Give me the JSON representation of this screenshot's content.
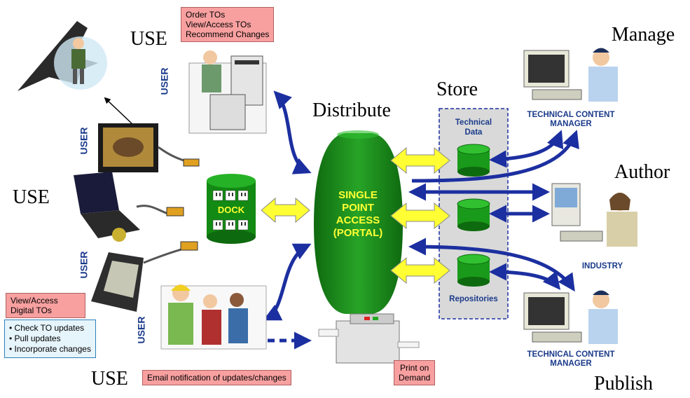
{
  "labels": {
    "use_top": "USE",
    "use_mid": "USE",
    "use_bottom": "USE",
    "manage": "Manage",
    "author": "Author",
    "publish": "Publish",
    "distribute": "Distribute",
    "store": "Store"
  },
  "user_labels": [
    "USER",
    "USER",
    "USER",
    "USER"
  ],
  "boxes": {
    "order": [
      "Order TOs",
      "View/Access TOs",
      "Recommend Changes"
    ],
    "view_access": [
      "View/Access",
      "Digital TOs"
    ],
    "check_updates": [
      "• Check TO updates",
      "• Pull updates",
      "• Incorporate changes"
    ],
    "email": "Email notification of updates/changes",
    "print": [
      "Print on",
      "Demand"
    ]
  },
  "dock": "DOCK",
  "portal": [
    "SINGLE",
    "POINT",
    "ACCESS",
    "(PORTAL)"
  ],
  "store_panel": {
    "top": [
      "Technical",
      "Data"
    ],
    "bottom": "Repositories"
  },
  "captions": {
    "tcm_top": [
      "TECHNICAL CONTENT",
      "MANAGER"
    ],
    "industry": "INDUSTRY",
    "tcm_bottom": [
      "TECHNICAL CONTENT",
      "MANAGER"
    ]
  },
  "colors": {
    "arrow_blue": "#1c2fa0",
    "portal_green": "#1e8f1e",
    "arrow_yellow": "#ffff33",
    "label_blue": "#1a3a8a",
    "pink_box": "#f8a0a0"
  }
}
